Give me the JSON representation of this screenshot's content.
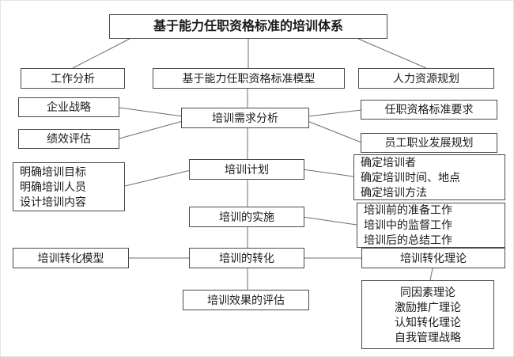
{
  "diagram": {
    "title": "基于能力任职资格标准的培训体系",
    "nodes": {
      "job_analysis": "工作分析",
      "model": "基于能力任职资格标准模型",
      "hr_planning": "人力资源规划",
      "corporate_strategy": "企业战略",
      "performance_evaluation": "绩效评估",
      "needs_analysis": "培训需求分析",
      "qualification_requirements": "任职资格标准要求",
      "career_development": "员工职业发展规划",
      "training_plan": "培训计划",
      "implementation": "培训的实施",
      "transfer_model": "培训转化模型",
      "transfer": "培训的转化",
      "transfer_theory": "培训转化理论",
      "evaluation": "培训效果的评估",
      "plan_left": [
        "明确培训目标",
        "明确培训人员",
        "设计培训内容"
      ],
      "plan_right": [
        "确定培训者",
        "确定培训时间、地点",
        "确定培训方法"
      ],
      "impl_right": [
        "培训前的准备工作",
        "培训中的监督工作",
        "培训后的总结工作"
      ],
      "theories": [
        "同因素理论",
        "激励推广理论",
        "认知转化理论",
        "自我管理战略"
      ]
    },
    "colors": {
      "line": "#6e6e6e",
      "border": "#4a4a4a",
      "text": "#1a1a1a",
      "background": "#ffffff"
    }
  }
}
